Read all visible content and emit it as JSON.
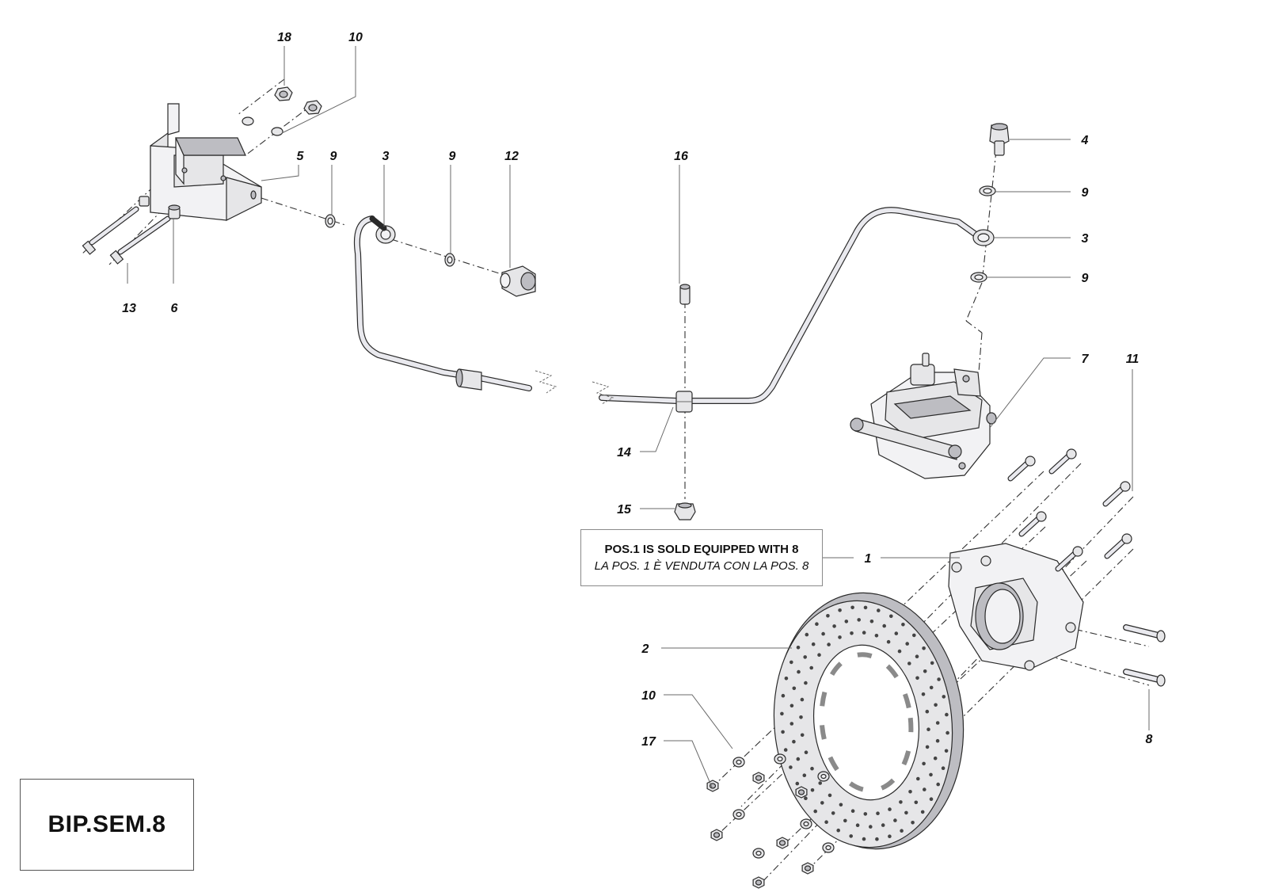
{
  "diagram_code": "BIP.SEM.8",
  "note": {
    "line_en": "POS.1  IS SOLD EQUIPPED WITH 8",
    "line_it": "LA POS. 1 È VENDUTA CON LA POS. 8"
  },
  "callouts": {
    "c18": "18",
    "c10a": "10",
    "c5": "5",
    "c9a": "9",
    "c3a": "3",
    "c9b": "9",
    "c12": "12",
    "c13": "13",
    "c6": "6",
    "c16": "16",
    "c4": "4",
    "c9c": "9",
    "c3b": "3",
    "c9d": "9",
    "c7": "7",
    "c11": "11",
    "c14": "14",
    "c15": "15",
    "c1": "1",
    "c2": "2",
    "c10b": "10",
    "c17": "17",
    "c8": "8"
  }
}
